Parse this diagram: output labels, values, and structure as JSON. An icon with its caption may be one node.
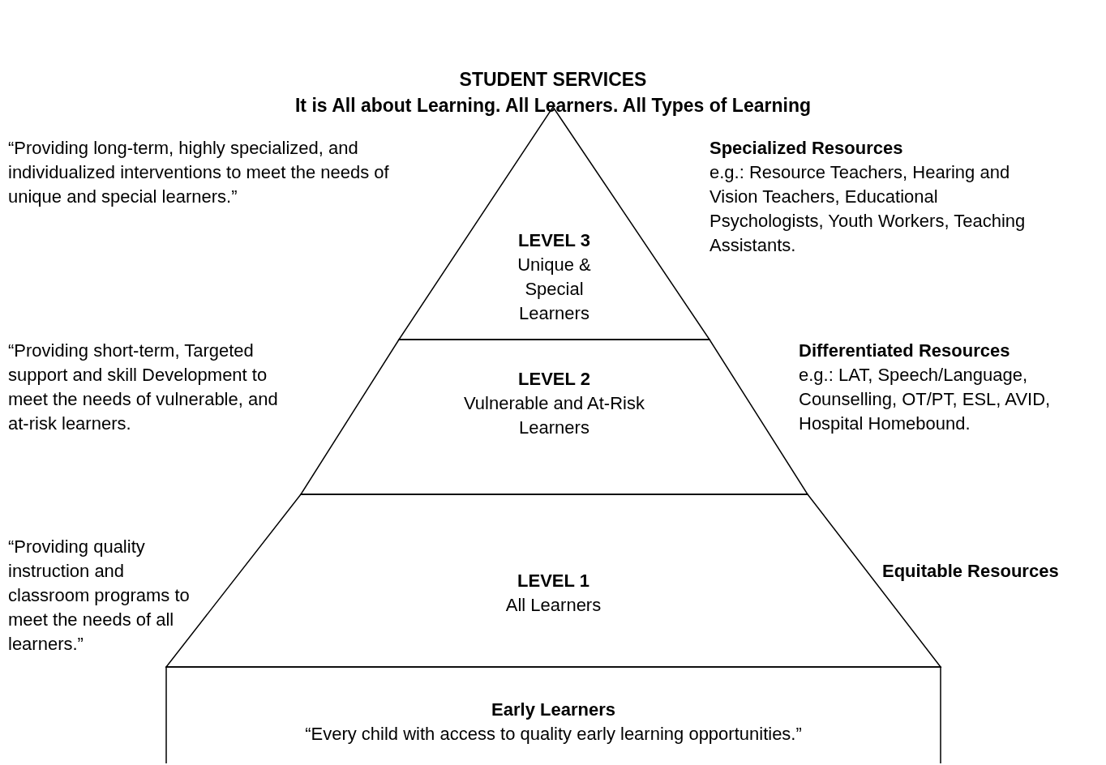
{
  "diagram": {
    "title": "STUDENT SERVICES",
    "nodes": [
      {
        "text": [
          "LEVEL 3",
          "Unique & Special Learners"
        ]
      },
      {
        "text": [
          "LEVEL 2",
          "Vulnerable and At-Risk Learners"
        ]
      },
      {
        "text": [
          "LEVEL 1",
          "All Learners"
        ]
      },
      {
        "text": [
          "Early Learners",
          "“Every child with access to quality early learning opportunities.”"
        ]
      }
    ],
    "edges": [],
    "labels": [
      "It is All about Learning.  All Learners.  All Types of Learning",
      "“Providing long-term, highly specialized, and individualized interventions to meet the needs of unique and special learners.”",
      "Specialized Resources",
      "e.g.: Resource Teachers, Hearing and Vision Teachers, Educational Psychologists, Youth Workers, Teaching Assistants.",
      "“Providing short-term, Targeted support and skill Development to meet the needs of vulnerable, and at-risk learners.",
      "Differentiated Resources",
      "e.g.: LAT, Speech/Language, Counselling, OT/PT, ESL, AVID, Hospital Homebound.",
      "“Providing quality instruction and classroom programs to meet the needs of all learners.”",
      "Equitable Resources"
    ]
  }
}
